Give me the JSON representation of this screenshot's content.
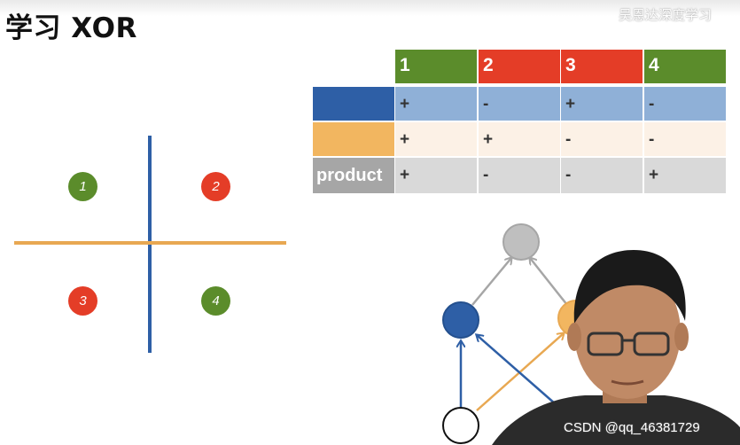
{
  "title": "学习 XOR",
  "watermark_top": "吴恩达深度学习",
  "quadrants": [
    "1",
    "2",
    "3",
    "4"
  ],
  "colors": {
    "blue": "#2e5fa6",
    "orange": "#e8a852",
    "green": "#5b8c2b",
    "red": "#e43d27",
    "gray": "#a6a6a6"
  },
  "table": {
    "columns": [
      "1",
      "2",
      "3",
      "4"
    ],
    "rows": [
      {
        "label": "",
        "values": [
          "+",
          "-",
          "+",
          "-"
        ]
      },
      {
        "label": "",
        "values": [
          "+",
          "+",
          "-",
          "-"
        ]
      },
      {
        "label": "product",
        "values": [
          "+",
          "-",
          "-",
          "+"
        ]
      }
    ]
  },
  "watermark_bottom": "CSDN @qq_46381729"
}
